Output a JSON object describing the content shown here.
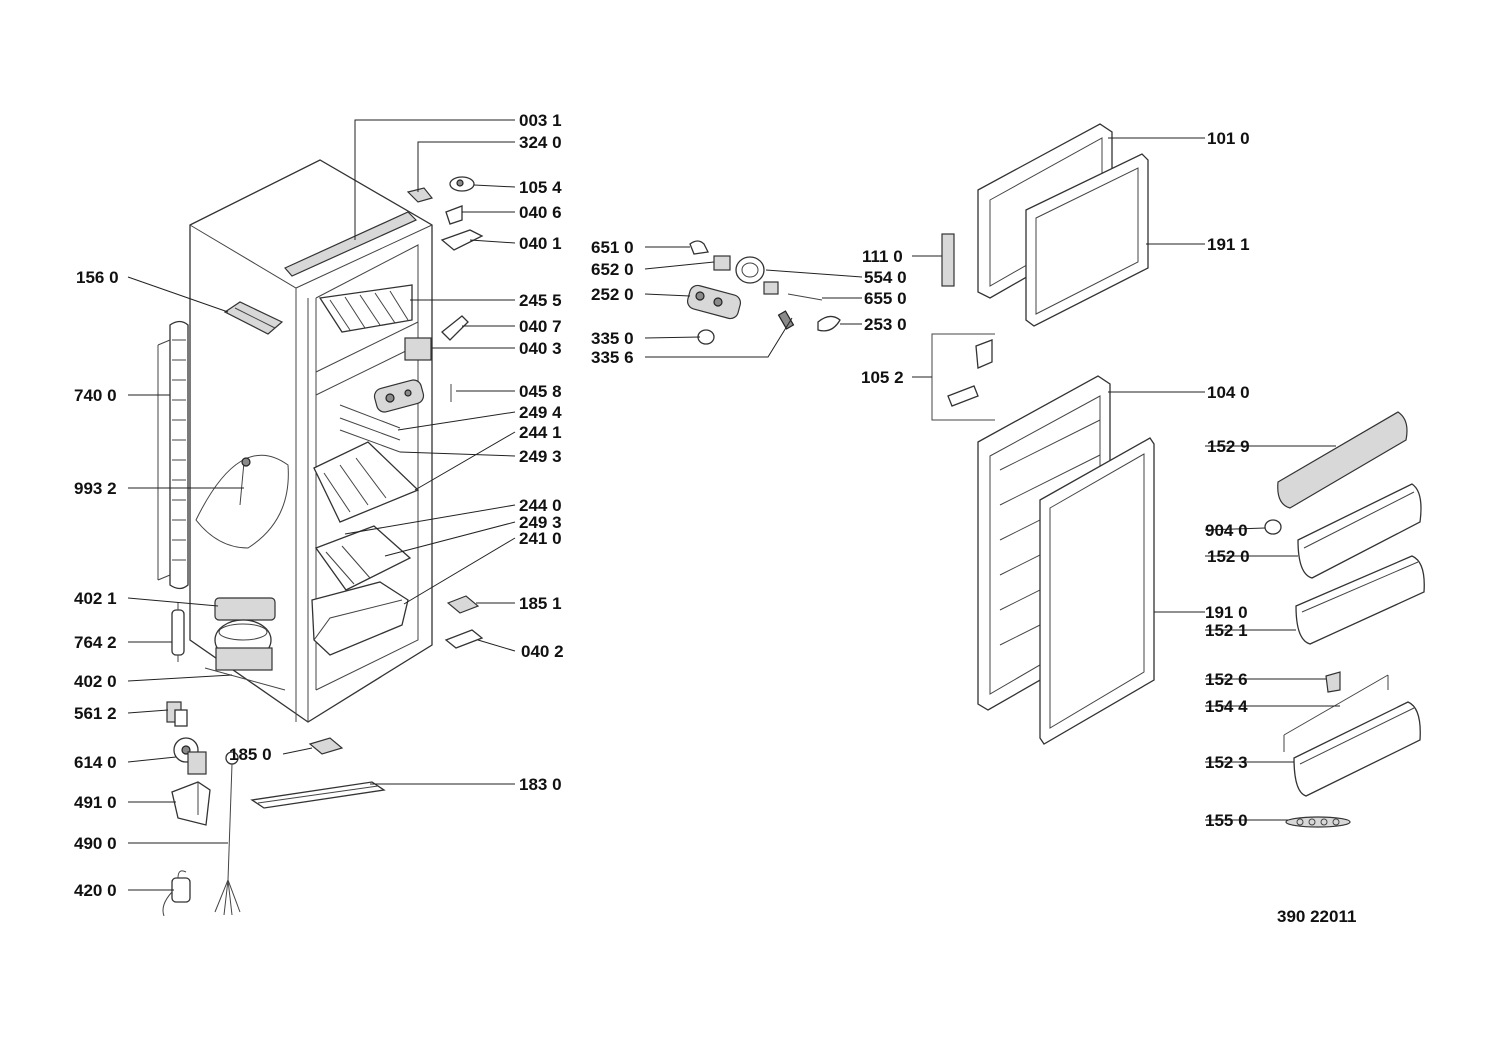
{
  "diagram": {
    "drawing_number": "390 22011",
    "labels": {
      "p0031": "003 1",
      "p3240": "324 0",
      "p1054": "105 4",
      "p0406": "040 6",
      "p0401": "040 1",
      "p1560": "156 0",
      "p2455": "245 5",
      "p0407": "040 7",
      "p0403": "040 3",
      "p7400": "740 0",
      "p0458": "045 8",
      "p2494": "249 4",
      "p2441": "244 1",
      "p2493a": "249 3",
      "p9932": "993 2",
      "p2440": "244 0",
      "p2493b": "249 3",
      "p2410": "241 0",
      "p4021": "402 1",
      "p1851": "185 1",
      "p7642": "764 2",
      "p0402": "040 2",
      "p4020": "402 0",
      "p5612": "561 2",
      "p6140": "614 0",
      "p1850": "185 0",
      "p1830": "183 0",
      "p4910": "491 0",
      "p4900": "490 0",
      "p4200": "420 0",
      "p6510": "651 0",
      "p6520": "652 0",
      "p2520": "252 0",
      "p3350": "335 0",
      "p3356": "335 6",
      "p1110": "111 0",
      "p5540": "554 0",
      "p6550": "655 0",
      "p2530": "253 0",
      "p1010": "101 0",
      "p1911": "191 1",
      "p1052": "105 2",
      "p1040": "104 0",
      "p1529": "152 9",
      "p9040": "904 0",
      "p1520": "152 0",
      "p1910": "191 0",
      "p1521": "152 1",
      "p1526": "152 6",
      "p1544": "154 4",
      "p1523": "152 3",
      "p1550": "155 0"
    }
  }
}
